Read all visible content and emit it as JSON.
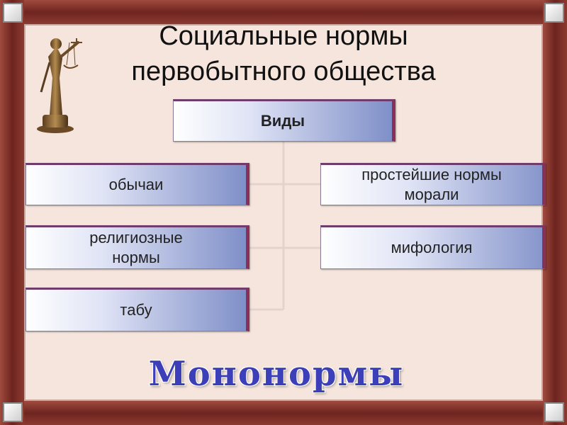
{
  "slide": {
    "title_line1": "Социальные нормы",
    "title_line2": "первобытного общества"
  },
  "diagram": {
    "root": "Виды",
    "left": [
      "обычаи",
      "религиозные нормы",
      "табу"
    ],
    "right": [
      "простейшие нормы морали",
      "мифология"
    ]
  },
  "footer": {
    "caption": "Мононормы"
  },
  "colors": {
    "frame": "#7b2c2a",
    "background": "#f5e5dd",
    "box_gradient_end": "#7f8fc8",
    "caption": "#3d3fb8"
  },
  "icons": {
    "themis_statue": "themis-statue-icon"
  }
}
